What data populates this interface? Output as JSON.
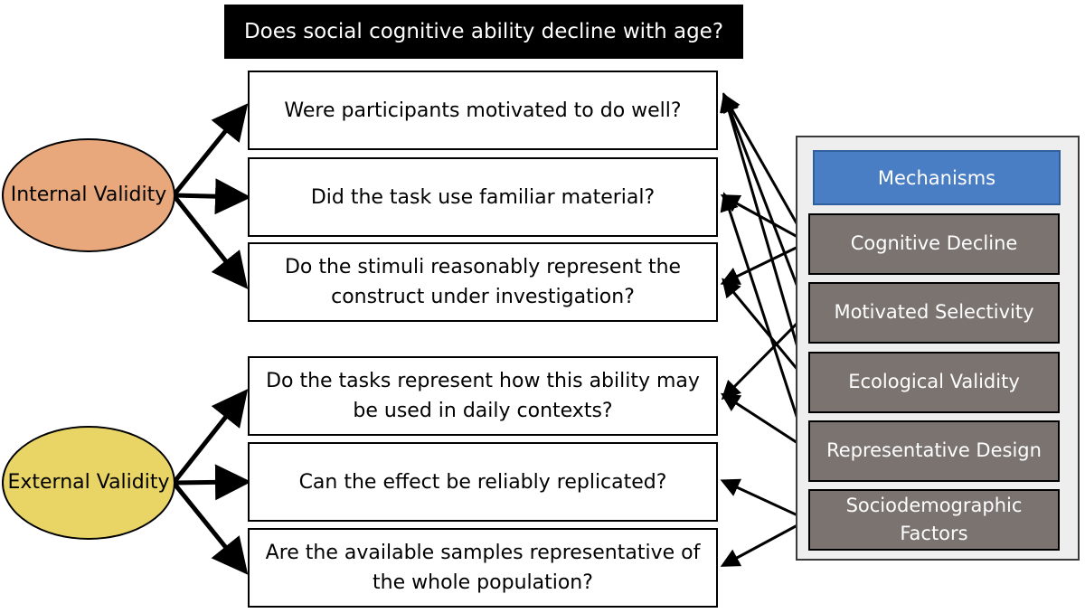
{
  "title": "Does social cognitive ability decline with age?",
  "validity": {
    "internal": "Internal Validity",
    "external": "External Validity"
  },
  "questions": [
    "Were participants motivated to do well?",
    "Did the task use familiar material?",
    "Do the stimuli reasonably represent the construct under investigation?",
    "Do the tasks represent how this ability may be used in daily contexts?",
    "Can the effect be reliably replicated?",
    "Are the available samples representative of the whole population?"
  ],
  "mechanisms": {
    "header": "Mechanisms",
    "items": [
      "Cognitive Decline",
      "Motivated Selectivity",
      "Ecological Validity",
      "Representative Design",
      "Sociodemographic Factors"
    ]
  },
  "colors": {
    "internal_fill": "#e8a87c",
    "external_fill": "#e8d565",
    "mechanisms_header": "#4a7ec4",
    "mechanism_fill": "#7a7370"
  },
  "links": {
    "validity_to_question": [
      {
        "validity": "internal",
        "question": 0
      },
      {
        "validity": "internal",
        "question": 1
      },
      {
        "validity": "internal",
        "question": 2
      },
      {
        "validity": "external",
        "question": 3
      },
      {
        "validity": "external",
        "question": 4
      },
      {
        "validity": "external",
        "question": 5
      }
    ],
    "mechanism_to_question": [
      {
        "mechanism": 0,
        "question": 0
      },
      {
        "mechanism": 0,
        "question": 1
      },
      {
        "mechanism": 0,
        "question": 2
      },
      {
        "mechanism": 1,
        "question": 0
      },
      {
        "mechanism": 1,
        "question": 3
      },
      {
        "mechanism": 2,
        "question": 0
      },
      {
        "mechanism": 2,
        "question": 2
      },
      {
        "mechanism": 3,
        "question": 1
      },
      {
        "mechanism": 3,
        "question": 3
      },
      {
        "mechanism": 4,
        "question": 4
      },
      {
        "mechanism": 4,
        "question": 5
      }
    ]
  }
}
